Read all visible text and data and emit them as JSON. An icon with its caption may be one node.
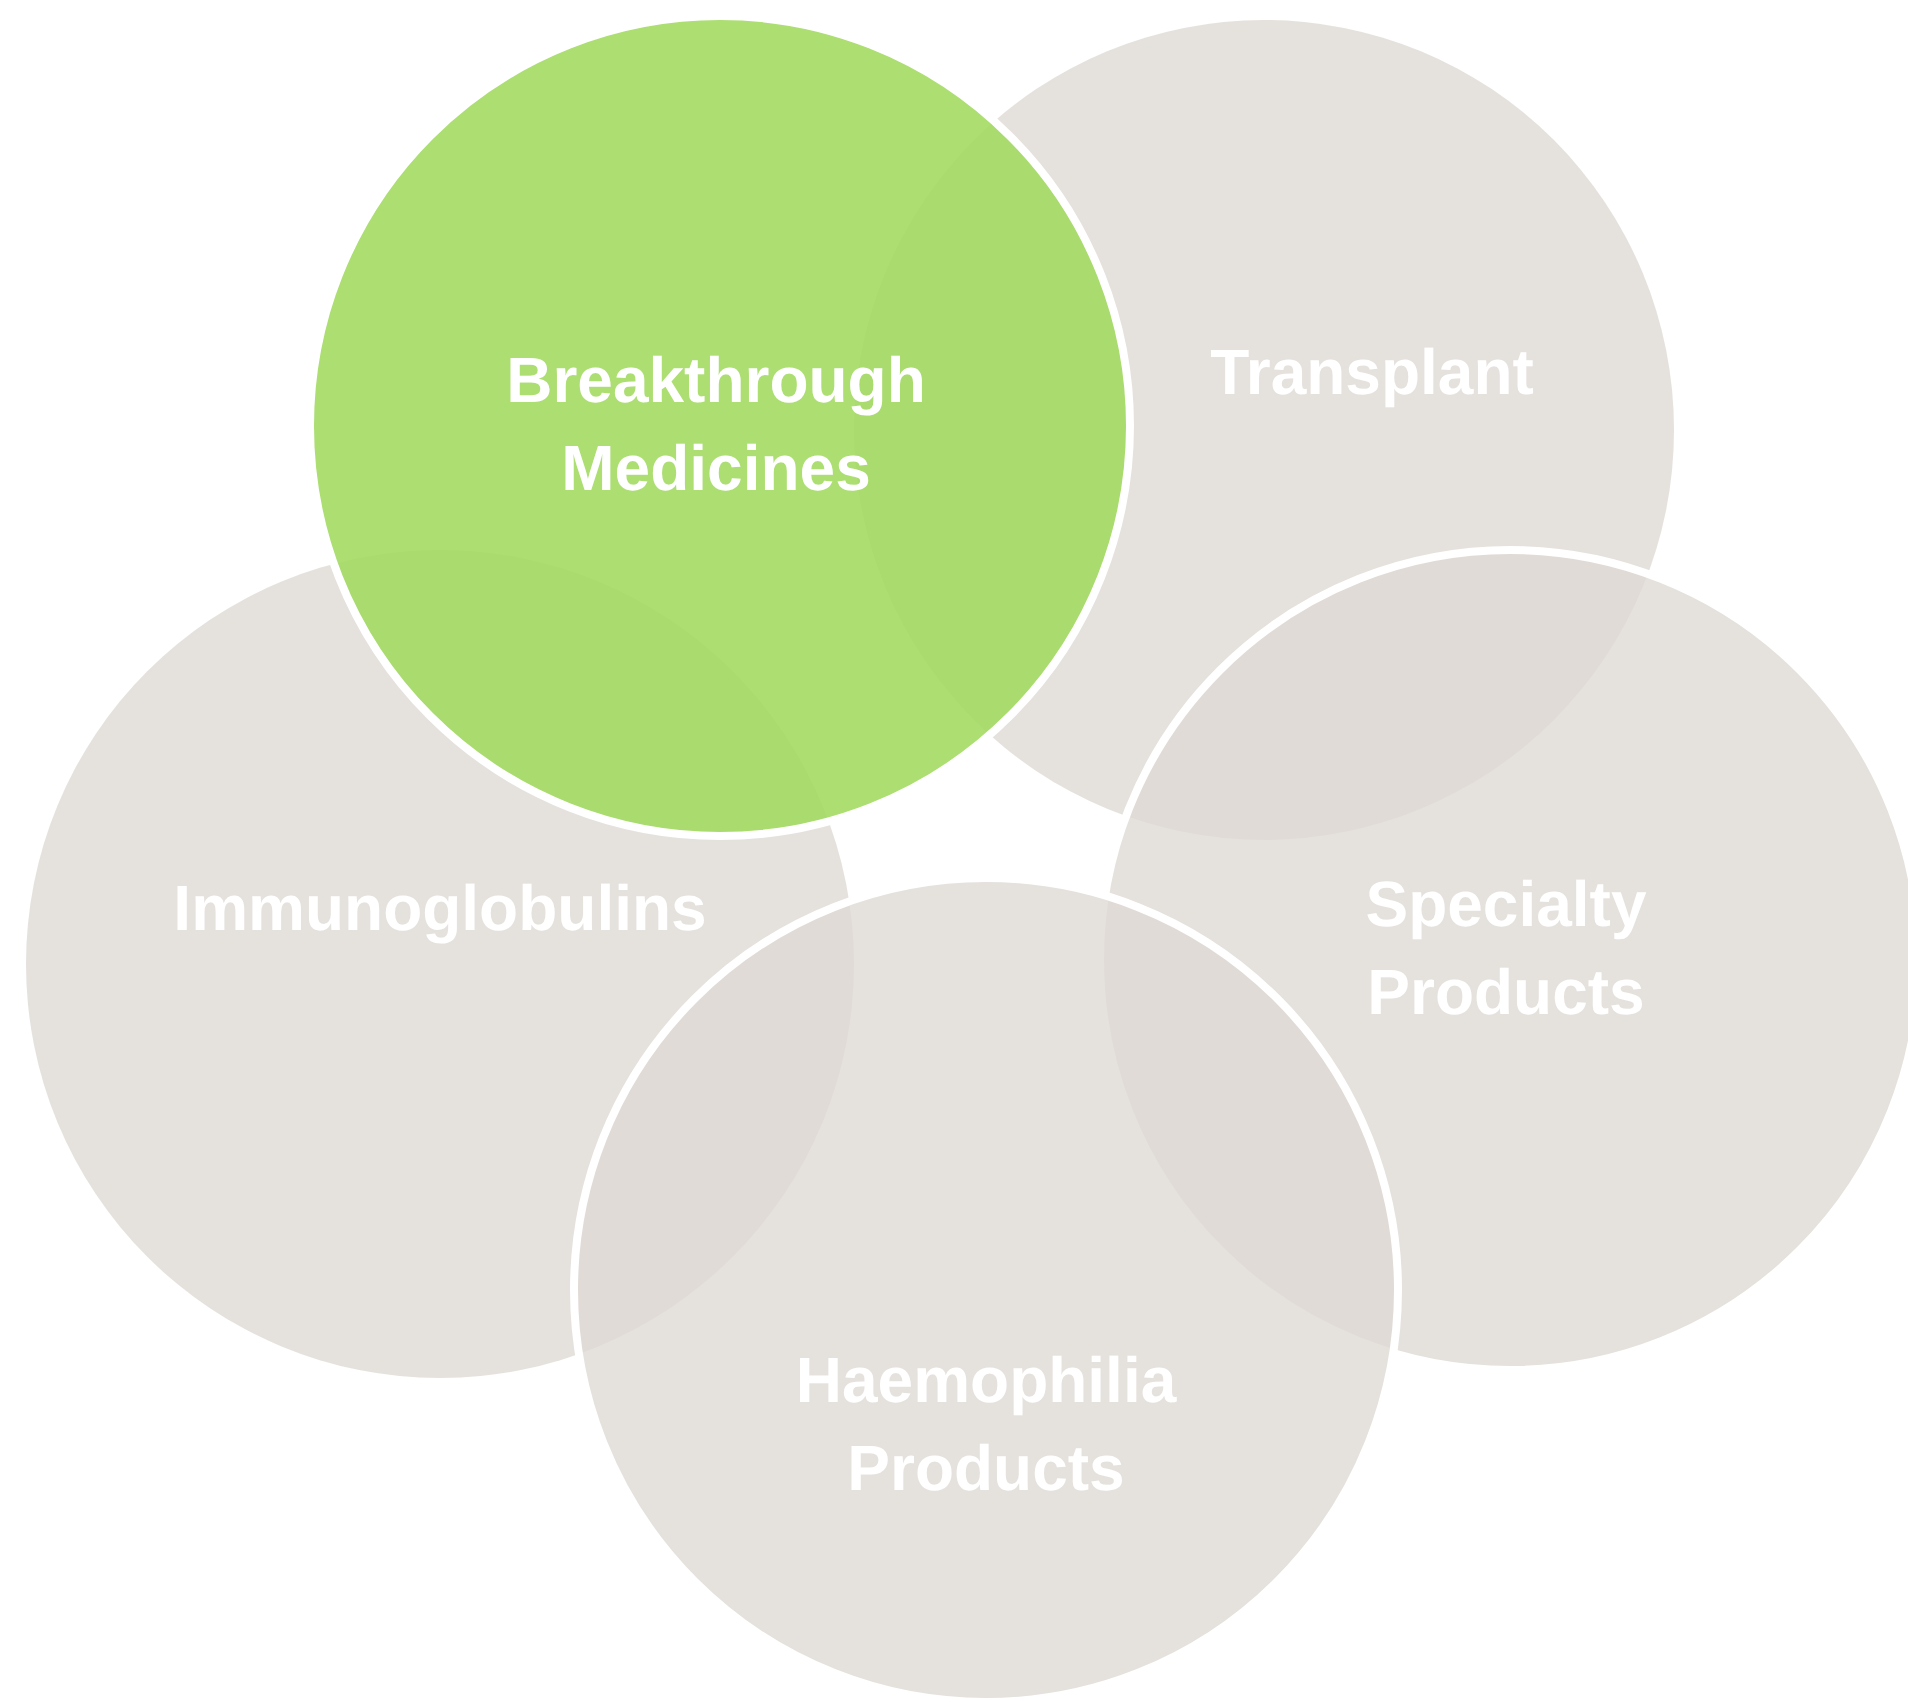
{
  "diagram": {
    "nodes": [
      {
        "text": [
          "Breakthrough Medicines"
        ]
      },
      {
        "text": [
          "Transplant"
        ]
      },
      {
        "text": [
          "Immunoglobulins"
        ]
      },
      {
        "text": [
          "Specialty Products"
        ]
      },
      {
        "text": [
          "Haemophilia Products"
        ]
      }
    ]
  }
}
